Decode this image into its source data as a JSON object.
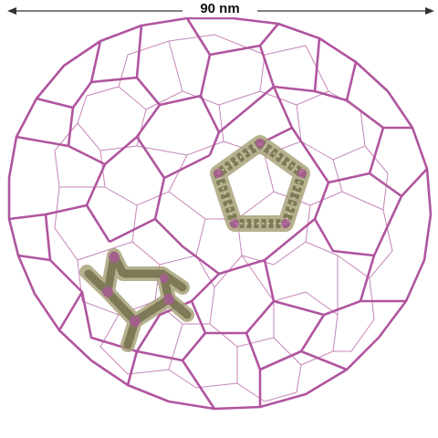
{
  "scale_bar": {
    "label": "90 nm"
  },
  "colors": {
    "cage_edge": "#b0559f",
    "cage_edge_back": "#c585b9",
    "protein": "#a8a27a",
    "protein_dark": "#7e7a58",
    "protein_light": "#cfcbaa",
    "scale_line": "#333333"
  },
  "icons": [
    "cage-lattice",
    "pentagonal-ring-protein",
    "clathrin-triskelion-protein"
  ]
}
